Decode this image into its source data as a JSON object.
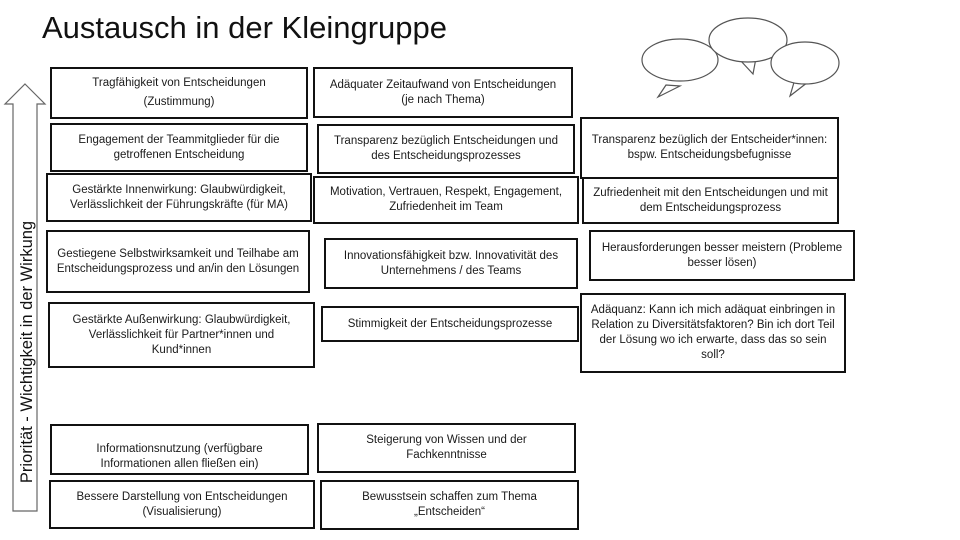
{
  "slide": {
    "title": "Austausch in der Kleingruppe",
    "axis_label": "Priorität - Wichtigkeit in der Wirkung",
    "icon": "speech-bubbles-icon"
  },
  "boxes": {
    "b1": "Tragfähigkeit von Entscheidungen",
    "b1_sub": "(Zustimmung)",
    "b2": "Engagement der Teammitglieder für die getroffenen Entscheidung",
    "b3": "Gestärkte Innenwirkung: Glaubwürdigkeit, Verlässlichkeit der Führungskräfte (für MA)",
    "b4": "Gestiegene Selbstwirksamkeit und Teilhabe am Entscheidungsprozess und an/in den Lösungen",
    "b5": "Gestärkte Außenwirkung: Glaubwürdigkeit, Verlässlichkeit für Partner*innen und Kund*innen",
    "b6": "Informationsnutzung (verfügbare Informationen allen fließen ein)",
    "b7": "Bessere Darstellung von Entscheidungen (Visualisierung)",
    "c1": "Adäquater Zeitaufwand von Entscheidungen (je nach Thema)",
    "c2": "Transparenz bezüglich Entscheidungen und des Entscheidungsprozesses",
    "c3": "Motivation, Vertrauen, Respekt, Engagement, Zufriedenheit im Team",
    "c4": "Innovationsfähigkeit bzw. Innovativität des Unternehmens / des Teams",
    "c5": "Stimmigkeit der Entscheidungsprozesse",
    "c6": "Steigerung von Wissen und der Fachkenntnisse",
    "c7": "Bewusstsein schaffen zum Thema „Entscheiden“",
    "d1": "Transparenz bezüglich der Entscheider*innen: bspw. Entscheidungsbefugnisse",
    "d2": "Zufriedenheit mit den Entscheidungen und mit dem Entscheidungsprozess",
    "d3": "Herausforderungen besser meistern (Probleme besser lösen)",
    "d4": "Adäquanz: Kann ich mich adäquat einbringen in Relation zu Diversitätsfaktoren? Bin ich dort Teil der Lösung wo ich erwarte, dass das so sein soll?"
  }
}
